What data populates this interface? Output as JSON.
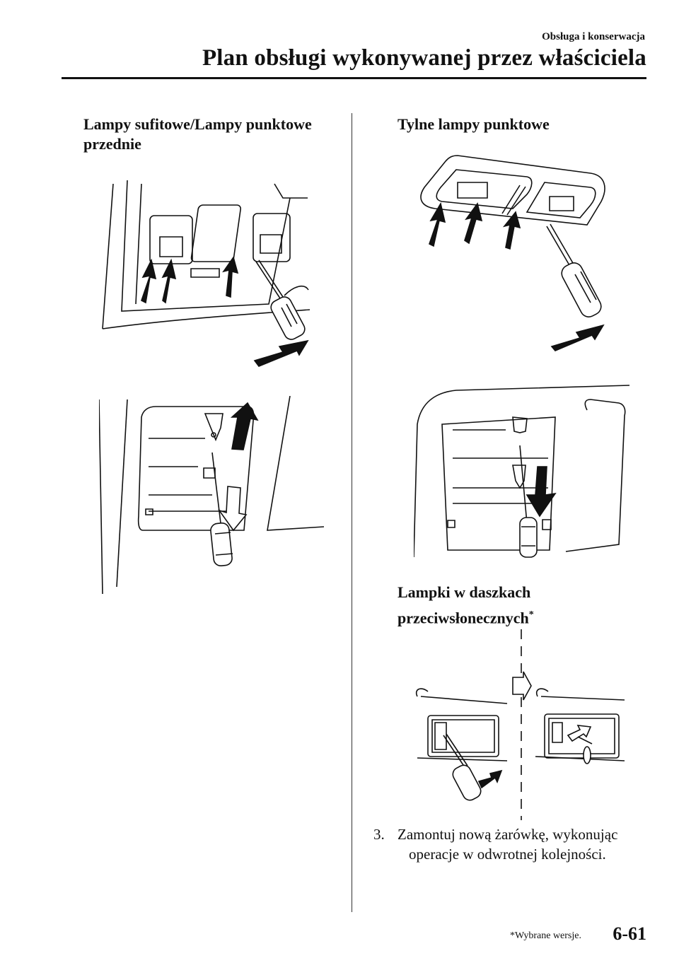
{
  "header": {
    "section_label": "Obsługa i konserwacja",
    "page_title": "Plan obsługi wykonywanej przez właściciela"
  },
  "left": {
    "caption_line1": "Lampy sufitowe/Lampy punktowe",
    "caption_line2": "przednie"
  },
  "right": {
    "caption_rear": "Tylne lampy punktowe",
    "caption_visor_line1": "Lampki w daszkach",
    "caption_visor_line2": "przeciwsłonecznych",
    "caption_visor_mark": "*",
    "step_number": "3.",
    "step_text_line1": "Zamontuj nową żarówkę, wykonując",
    "step_text_line2": "operacje w odwrotnej kolejności."
  },
  "footer": {
    "footnote": "*Wybrane wersje.",
    "page_number": "6-61"
  }
}
